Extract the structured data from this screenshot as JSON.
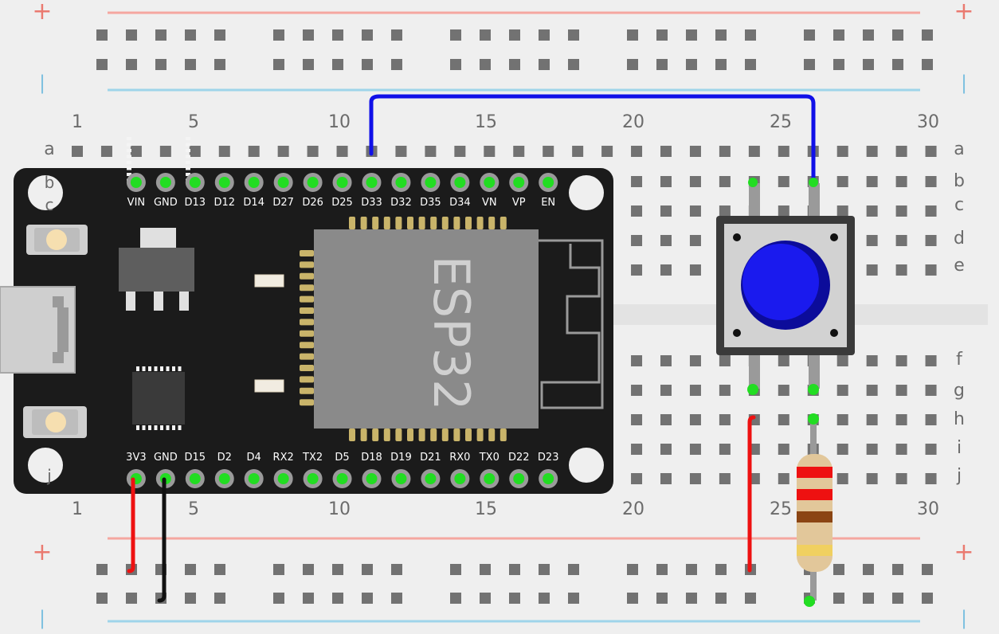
{
  "breadboard": {
    "background": "#efefef",
    "hole_color": "#727272",
    "plus_rail_color": "#f5a7a0",
    "minus_rail_color": "#9fd4ea",
    "plus_symbol": "+",
    "minus_symbol": "|",
    "column_numbers": [
      "1",
      "5",
      "10",
      "15",
      "20",
      "25",
      "30"
    ],
    "row_letters_top": [
      "a",
      "b",
      "c",
      "d",
      "e"
    ],
    "row_letters_bottom": [
      "f",
      "g",
      "h",
      "i",
      "j"
    ]
  },
  "esp32": {
    "chip_label": "ESP32",
    "board_color": "#1b1b1b",
    "top_pins": [
      "VIN",
      "GND",
      "D13",
      "D12",
      "D14",
      "D27",
      "D26",
      "D25",
      "D33",
      "D32",
      "D35",
      "D34",
      "VN",
      "VP",
      "EN"
    ],
    "bottom_pins": [
      "3V3",
      "GND",
      "D15",
      "D2",
      "D4",
      "RX2",
      "TX2",
      "D5",
      "D18",
      "D19",
      "D21",
      "RX0",
      "TX0",
      "D22",
      "D23"
    ],
    "pin_highlight_color": "#22dd22"
  },
  "components": {
    "pushbutton": {
      "cap_color": "#1a1aee",
      "body_color": "#d2d2d2"
    },
    "resistor": {
      "body_color": "#e2c79a",
      "bands": [
        "#ee1111",
        "#ee1111",
        "#8b4513",
        "#f0d060"
      ]
    }
  },
  "wires": [
    {
      "name": "blue-wire",
      "color": "#1010e8"
    },
    {
      "name": "red-wire-3v3",
      "color": "#ee1111"
    },
    {
      "name": "black-wire-gnd",
      "color": "#111111"
    },
    {
      "name": "red-wire-button",
      "color": "#ee1111"
    }
  ]
}
